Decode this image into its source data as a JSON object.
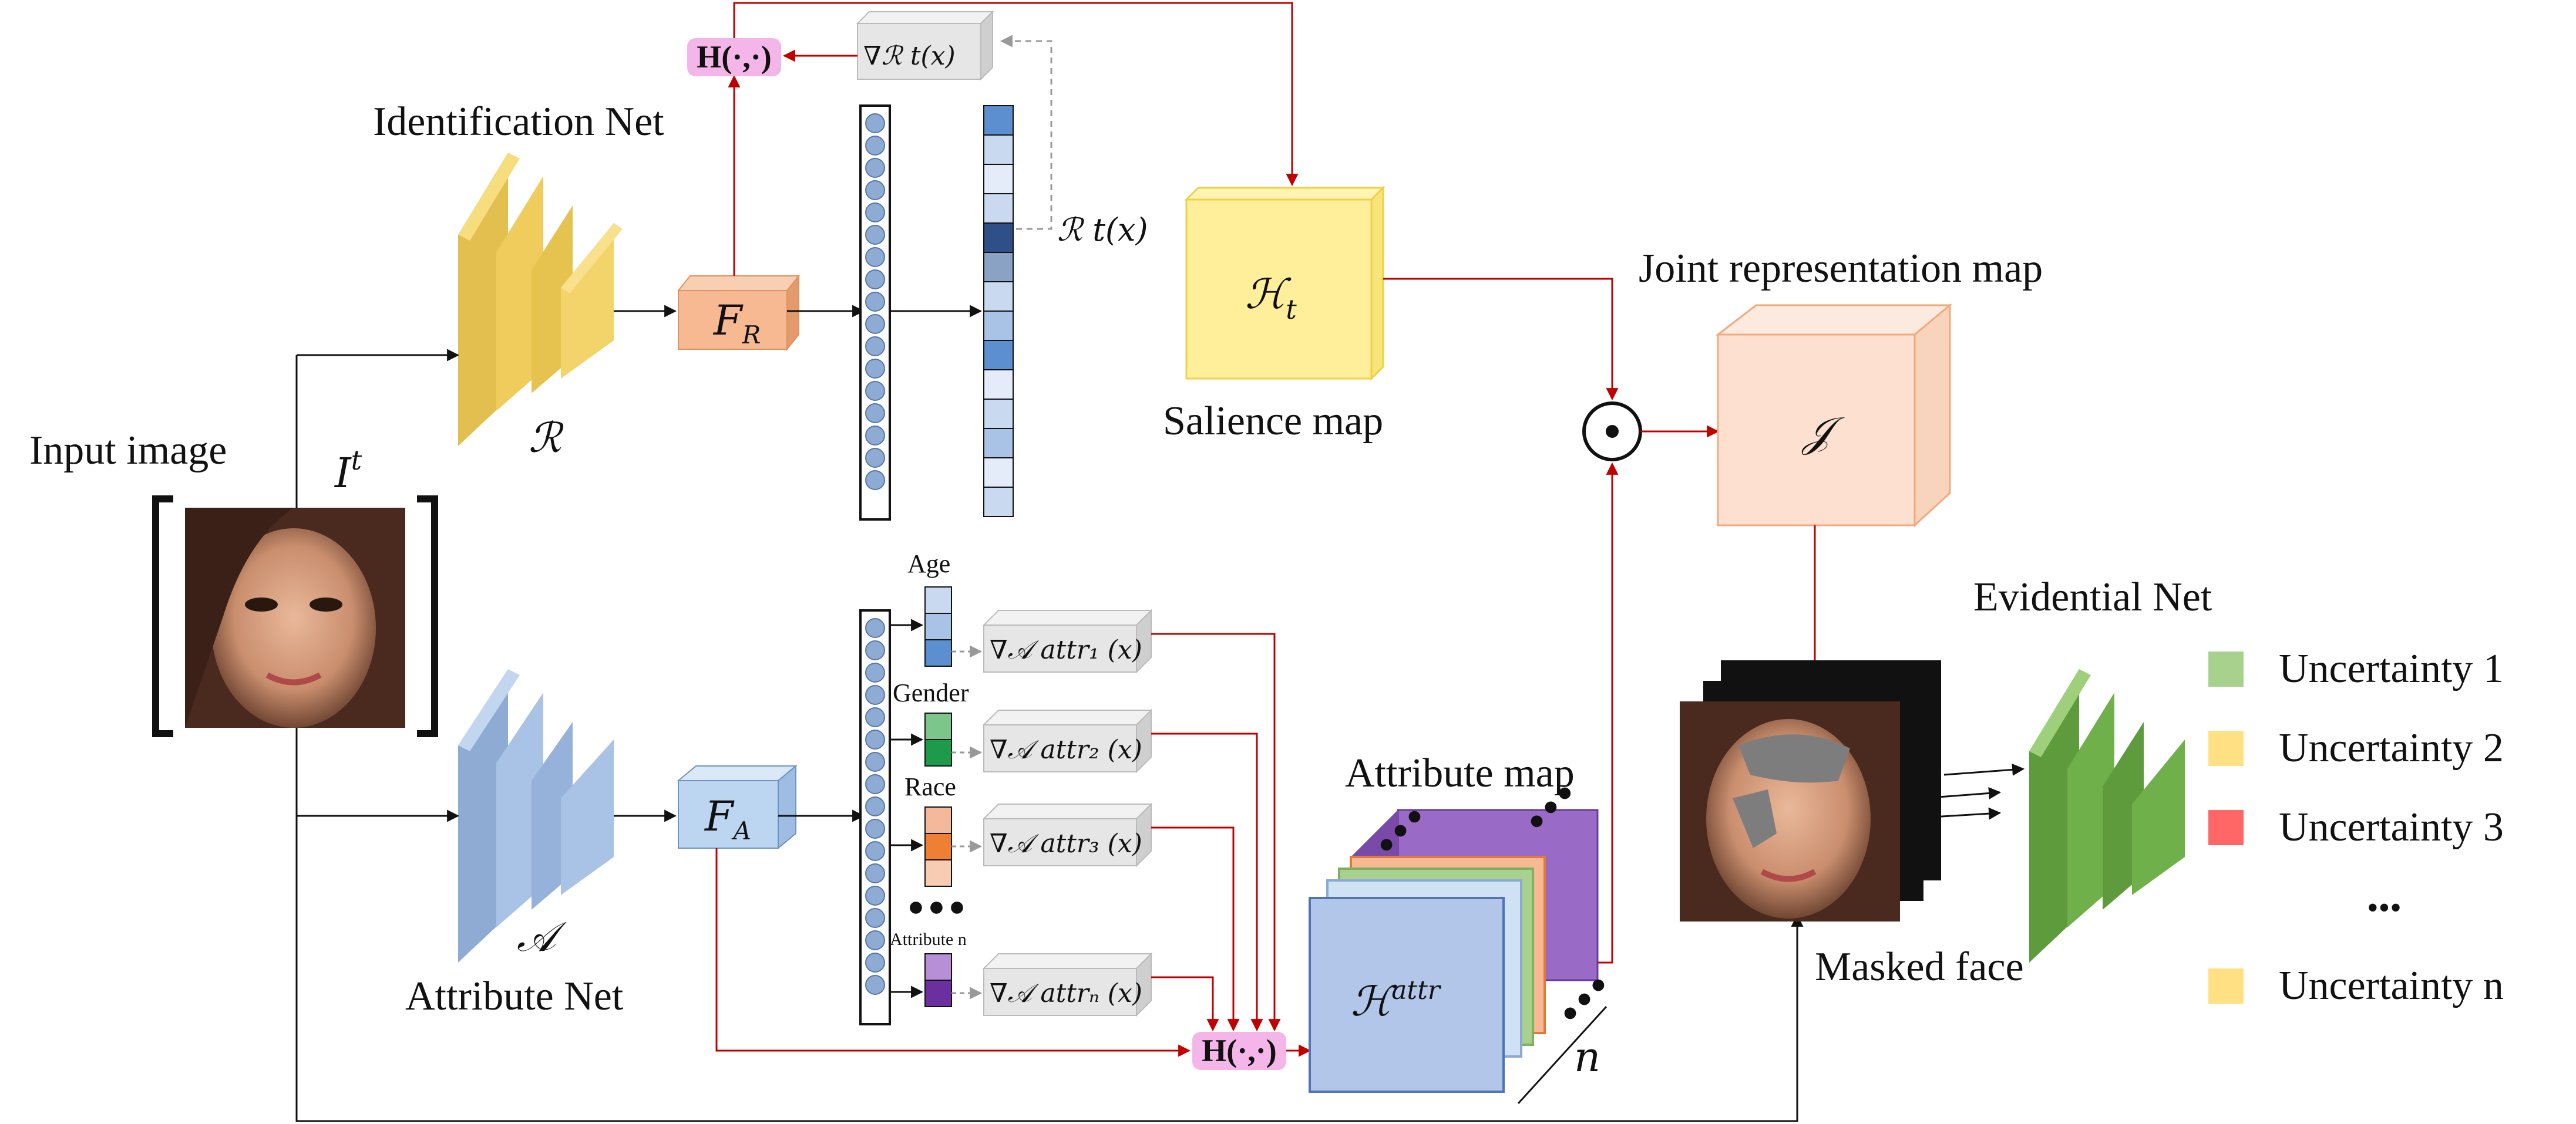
{
  "labels": {
    "identification_net": "Identification Net",
    "attribute_net": "Attribute Net",
    "input_image": "Input image",
    "input_symbol": "I",
    "input_sup": "t",
    "R_symbol": "ℛ",
    "A_symbol": "𝒜",
    "FR": "F",
    "FR_sub": "R",
    "FA": "F",
    "FA_sub": "A",
    "H_func": "H(·,·)",
    "grad_R": "∇ℛ t(x)",
    "R_t_x": "ℛ t(x)",
    "Ht": "ℋ",
    "Ht_sub": "t",
    "salience_map": "Salience map",
    "joint_map": "Joint representation map",
    "J_symbol": "𝒥",
    "odot": "⊙",
    "evidential_net": "Evidential Net",
    "masked_face": "Masked face",
    "attribute_map": "Attribute map",
    "H_attr": "ℋ",
    "H_attr_sup": "attr",
    "n_label": "n",
    "age": "Age",
    "gender": "Gender",
    "race": "Race",
    "attribute_n": "Attribute n",
    "ellipsis": "●●●",
    "grad_attr_1": "∇𝒜 attr₁ (x)",
    "grad_attr_2": "∇𝒜 attr₂ (x)",
    "grad_attr_3": "∇𝒜 attr₃ (x)",
    "grad_attr_n": "∇𝒜 attrₙ (x)"
  },
  "legend": [
    {
      "label": "Uncertainty 1",
      "color": "#a9d18e"
    },
    {
      "label": "Uncertainty 2",
      "color": "#ffe082"
    },
    {
      "label": "Uncertainty 3",
      "color": "#ff6666"
    },
    {
      "label": "•••",
      "color": ""
    },
    {
      "label": "Uncertainty n",
      "color": "#ffe082"
    }
  ],
  "colors": {
    "identification": "#f2d46a",
    "attribute": "#a8c3e6",
    "evidential": "#6fb04b",
    "fr_box": "#f6b992",
    "fa_box": "#bcd5f0",
    "salience": "#ffef9a",
    "joint": "#fde0cf",
    "h_func": "#f4b6e8",
    "arrow_red": "#c00000",
    "attr_map_front": "#b2c6ea",
    "attr_map_back": "#9a6bc6"
  }
}
